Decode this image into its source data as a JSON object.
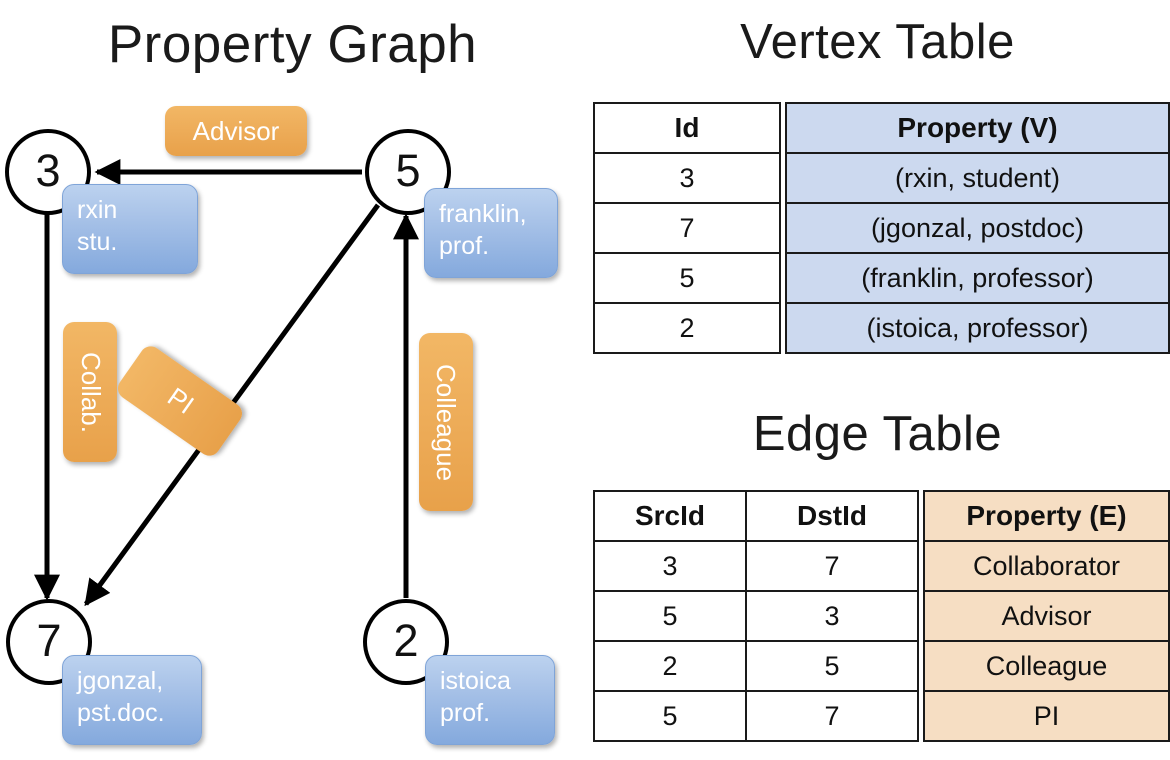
{
  "titles": {
    "property_graph": "Property Graph",
    "vertex_table": "Vertex Table",
    "edge_table": "Edge Table"
  },
  "graph": {
    "nodes": [
      {
        "id": "3",
        "label": "rxin\nstu."
      },
      {
        "id": "5",
        "label": "franklin,\nprof."
      },
      {
        "id": "7",
        "label": "jgonzal,\npst.doc."
      },
      {
        "id": "2",
        "label": "istoica\nprof."
      }
    ],
    "edge_labels": [
      {
        "name": "advisor",
        "text": "Advisor"
      },
      {
        "name": "collab",
        "text": "Collab."
      },
      {
        "name": "pi",
        "text": "PI"
      },
      {
        "name": "colleague",
        "text": "Colleague"
      }
    ],
    "edges": [
      {
        "from": "5",
        "to": "3",
        "label": "Advisor"
      },
      {
        "from": "3",
        "to": "7",
        "label": "Collab."
      },
      {
        "from": "5",
        "to": "7",
        "label": "PI"
      },
      {
        "from": "2",
        "to": "5",
        "label": "Colleague"
      }
    ]
  },
  "vertex_table": {
    "headers": [
      "Id",
      "Property (V)"
    ],
    "rows": [
      {
        "id": "3",
        "property": "(rxin, student)"
      },
      {
        "id": "7",
        "property": "(jgonzal, postdoc)"
      },
      {
        "id": "5",
        "property": "(franklin, professor)"
      },
      {
        "id": "2",
        "property": "(istoica, professor)"
      }
    ]
  },
  "edge_table": {
    "headers": [
      "SrcId",
      "DstId",
      "Property (E)"
    ],
    "rows": [
      {
        "src": "3",
        "dst": "7",
        "property": "Collaborator"
      },
      {
        "src": "5",
        "dst": "3",
        "property": "Advisor"
      },
      {
        "src": "2",
        "dst": "5",
        "property": "Colleague"
      },
      {
        "src": "5",
        "dst": "7",
        "property": "PI"
      }
    ]
  },
  "colors": {
    "vertex_property_fill": "#ccd9ef",
    "edge_property_fill": "#f6dec3",
    "node_callout_blue": "#8fb0e0",
    "edge_label_orange": "#eeae5b",
    "stroke": "#000000"
  }
}
